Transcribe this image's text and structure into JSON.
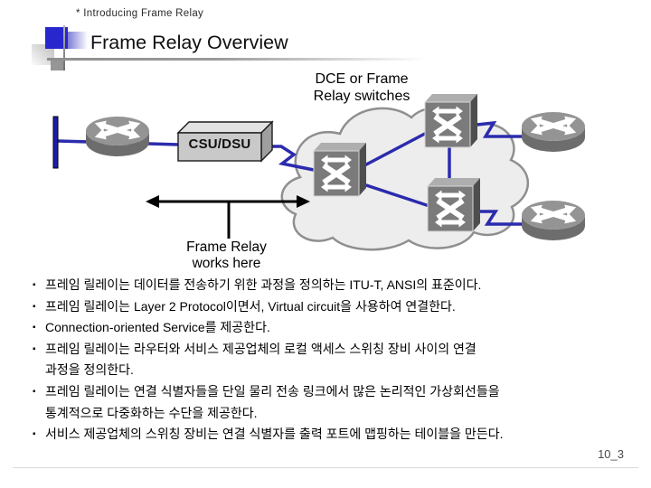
{
  "slide": {
    "eyebrow": "* Introducing Frame Relay",
    "title": "Frame Relay Overview",
    "page_number": "10_3",
    "bullet_char": "▪"
  },
  "diagram": {
    "dce_label_line1": "DCE or Frame",
    "dce_label_line2": "Relay switches",
    "csu_dsu_label": "CSU/DSU",
    "works_here_line1": "Frame Relay",
    "works_here_line2": "works here",
    "icons": {
      "router": "router-icon",
      "frame_relay_switch": "wan-switch-icon",
      "csu_dsu": "csu-dsu-box",
      "cloud": "wan-cloud",
      "ethernet": "ethernet-segment-icon",
      "span_arrow": "double-headed-arrow"
    }
  },
  "bullets": [
    {
      "lines": [
        "프레임 릴레이는 데이터를 전송하기 위한 과정을 정의하는 ITU-T, ANSI의 표준이다."
      ]
    },
    {
      "lines": [
        "프레임 릴레이는 Layer 2 Protocol이면서, Virtual circuit을 사용하여 연결한다."
      ]
    },
    {
      "lines": [
        "Connection-oriented Service를 제공한다."
      ]
    },
    {
      "lines": [
        "프레임 릴레이는 라우터와 서비스 제공업체의 로컬 액세스 스위칭 장비 사이의 연결",
        "과정을 정의한다."
      ]
    },
    {
      "lines": [
        "프레임 릴레이는 연결 식별자들을 단일 물리 전송 링크에서 많은 논리적인 가상회선들을",
        "통계적으로 다중화하는 수단을 제공한다."
      ]
    },
    {
      "lines": [
        "서비스 제공업체의 스위칭 장비는 연결 식별자를 출력 포트에 맵핑하는 테이블을 만든다."
      ]
    }
  ],
  "colors": {
    "accent_blue": "#2727CD",
    "link_blue": "#2B2BAE",
    "switch_gray": "#7B7B7B",
    "cloud_fill": "#EDEDED",
    "cloud_border": "#8F8F8F"
  }
}
